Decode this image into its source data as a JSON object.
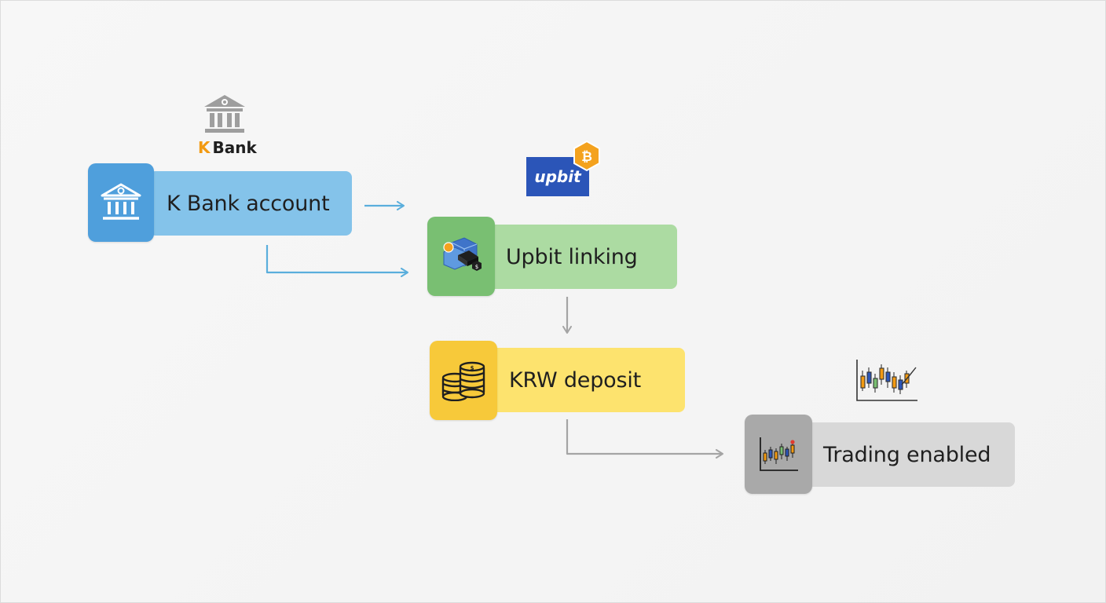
{
  "colors": {
    "blue_tile": "#4f9fdc",
    "blue_bar": "#84c3ea",
    "green_tile": "#79bf72",
    "green_bar": "#acdba2",
    "yellow_tile": "#f7c93a",
    "yellow_bar": "#fde36e",
    "gray_tile": "#a9a9a9",
    "gray_bar": "#d8d8d8",
    "arrow_blue": "#5aaedc",
    "arrow_gray": "#a4a4a4",
    "kbank_orange": "#f29a12",
    "upbit_blue": "#2b55b8",
    "bitcoin_orange": "#f4a21e"
  },
  "logos": {
    "kbank": {
      "k": "K",
      "bank": "Bank"
    },
    "upbit": {
      "text": "upbit"
    }
  },
  "steps": [
    {
      "id": "kbank",
      "label": "K Bank account",
      "icon": "bank-icon"
    },
    {
      "id": "upbit",
      "label": "Upbit linking",
      "icon": "link-cubes-icon"
    },
    {
      "id": "deposit",
      "label": "KRW deposit",
      "icon": "coins-icon"
    },
    {
      "id": "trading",
      "label": "Trading enabled",
      "icon": "candlestick-chart-icon"
    }
  ]
}
